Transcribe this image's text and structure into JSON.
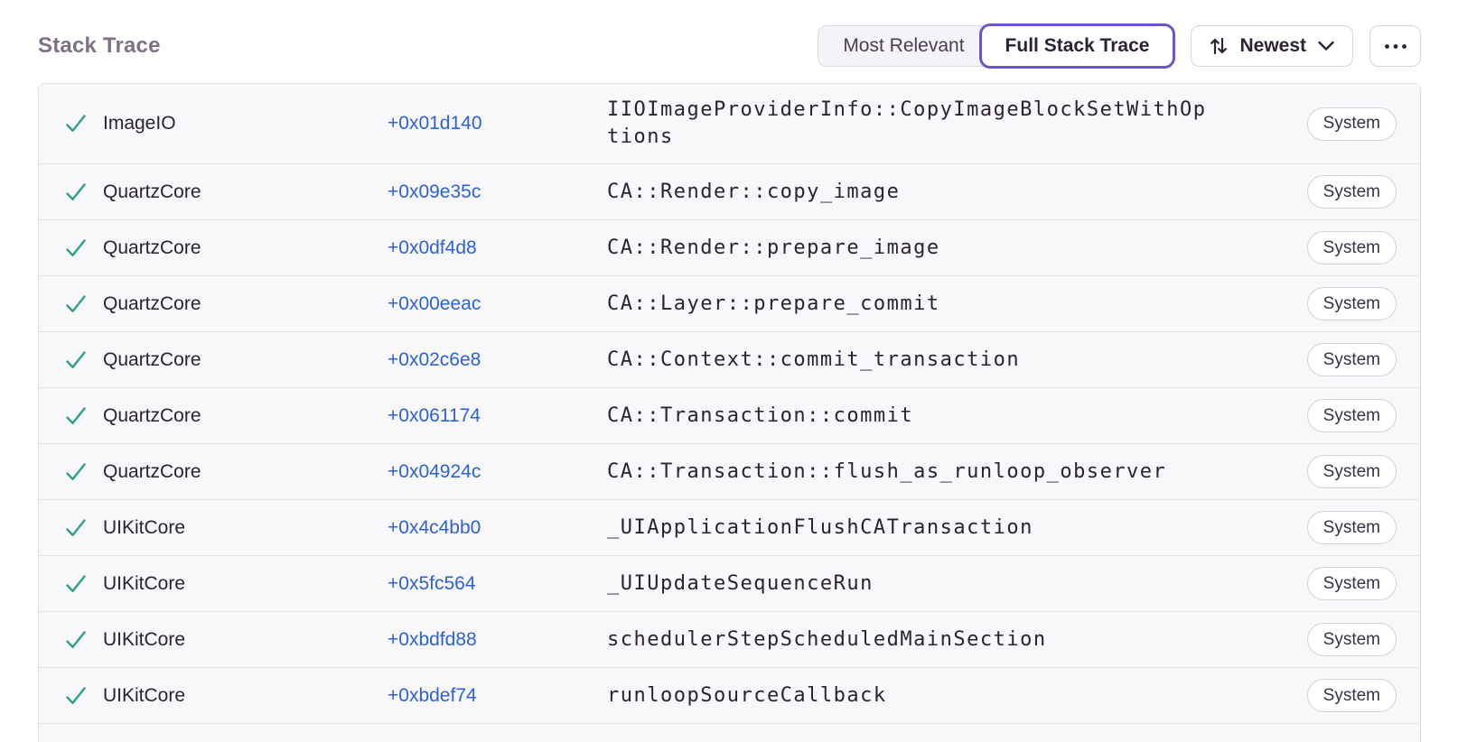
{
  "title": "Stack Trace",
  "toolbar": {
    "segments": [
      {
        "label": "Most Relevant",
        "active": false
      },
      {
        "label": "Full Stack Trace",
        "active": true
      }
    ],
    "sort_label": "Newest",
    "icons": {
      "sort": "sort-arrows-icon",
      "chevron": "chevron-down-icon",
      "more": "ellipsis-icon",
      "frame_status": "check-icon"
    }
  },
  "colors": {
    "accent_purple": "#6559c5",
    "link_blue": "#2c62d4",
    "check_green": "#2ba185",
    "title_gray": "#7d7188",
    "row_background": "#f8f7fa"
  },
  "frames": [
    {
      "package": "ImageIO",
      "address": "+0x01d140",
      "function": "IIOImageProviderInfo::CopyImageBlockSetWithOptions",
      "tag": "System"
    },
    {
      "package": "QuartzCore",
      "address": "+0x09e35c",
      "function": "CA::Render::copy_image",
      "tag": "System"
    },
    {
      "package": "QuartzCore",
      "address": "+0x0df4d8",
      "function": "CA::Render::prepare_image",
      "tag": "System"
    },
    {
      "package": "QuartzCore",
      "address": "+0x00eeac",
      "function": "CA::Layer::prepare_commit",
      "tag": "System"
    },
    {
      "package": "QuartzCore",
      "address": "+0x02c6e8",
      "function": "CA::Context::commit_transaction",
      "tag": "System"
    },
    {
      "package": "QuartzCore",
      "address": "+0x061174",
      "function": "CA::Transaction::commit",
      "tag": "System"
    },
    {
      "package": "QuartzCore",
      "address": "+0x04924c",
      "function": "CA::Transaction::flush_as_runloop_observer",
      "tag": "System"
    },
    {
      "package": "UIKitCore",
      "address": "+0x4c4bb0",
      "function": "_UIApplicationFlushCATransaction",
      "tag": "System"
    },
    {
      "package": "UIKitCore",
      "address": "+0x5fc564",
      "function": "_UIUpdateSequenceRun",
      "tag": "System"
    },
    {
      "package": "UIKitCore",
      "address": "+0xbdfd88",
      "function": "schedulerStepScheduledMainSection",
      "tag": "System"
    },
    {
      "package": "UIKitCore",
      "address": "+0xbdef74",
      "function": "runloopSourceCallback",
      "tag": "System"
    }
  ]
}
